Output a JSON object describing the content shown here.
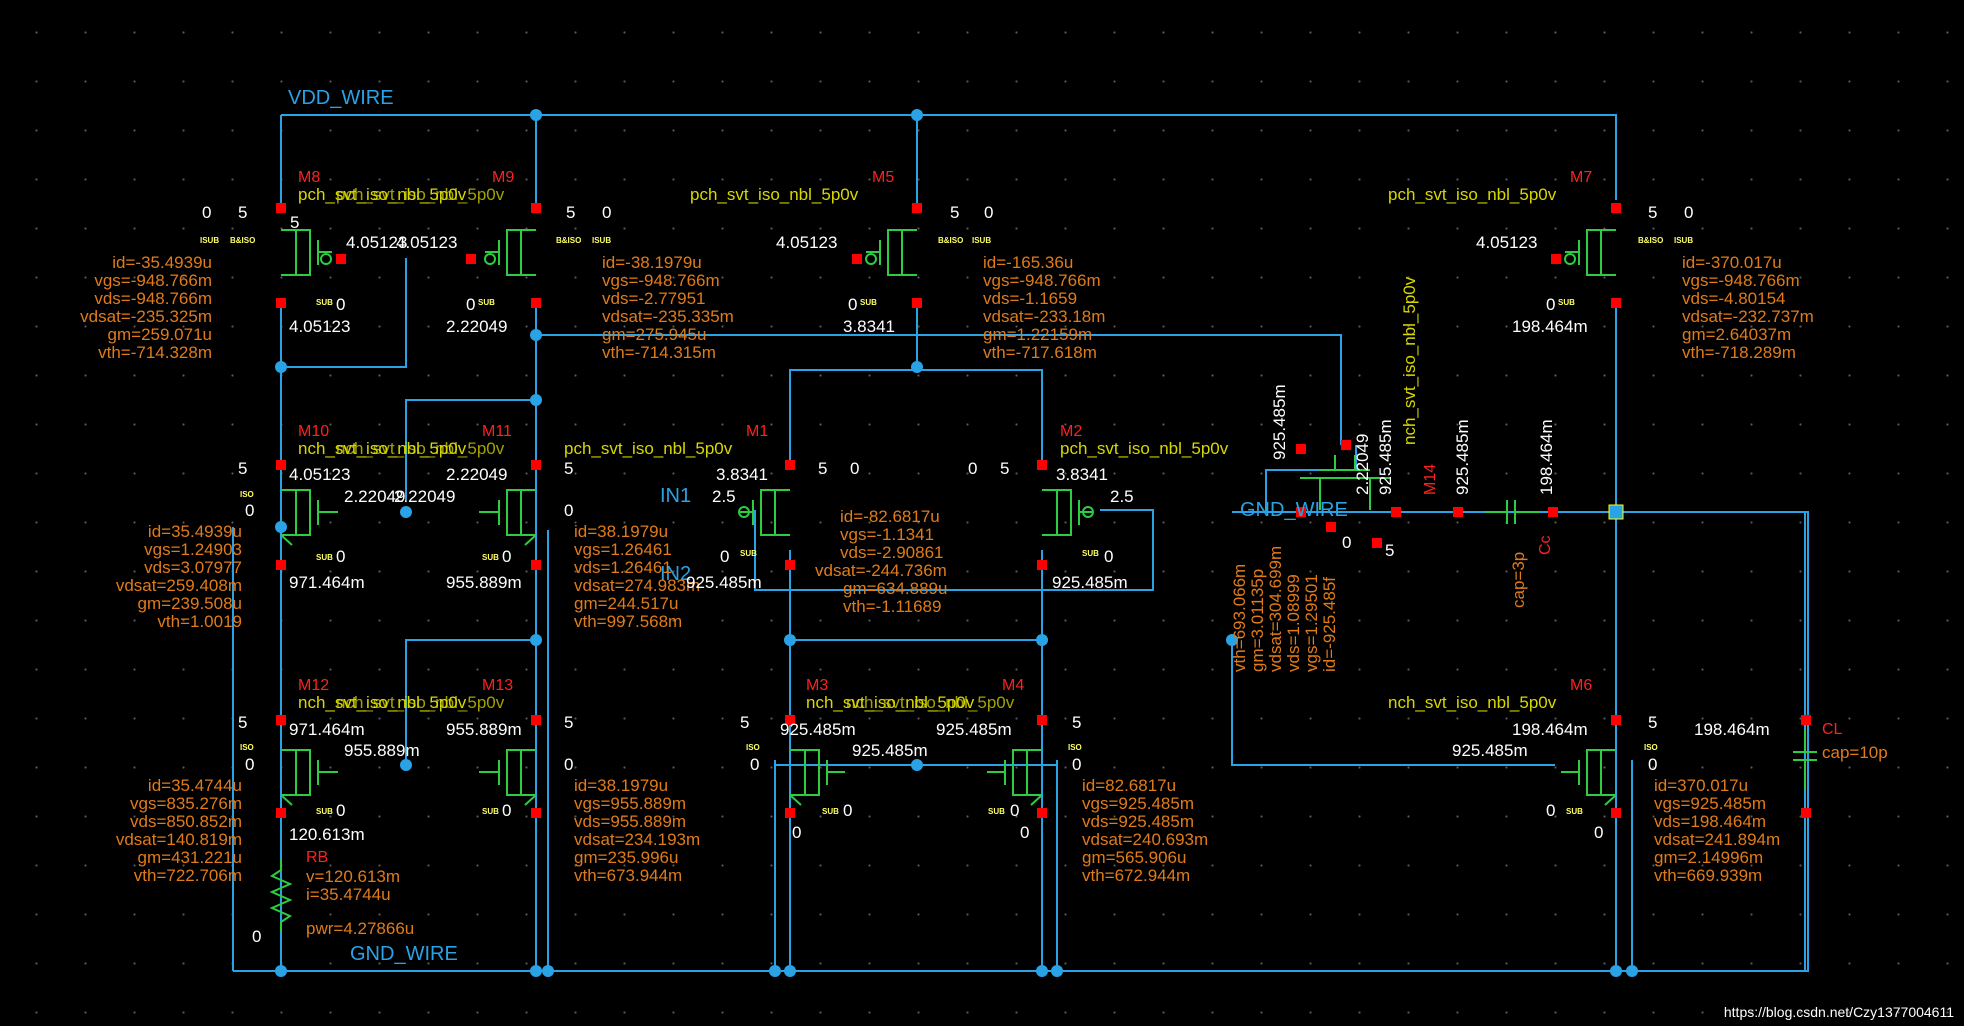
{
  "nets": {
    "vdd": "VDD_WIRE",
    "gnd": "GND_WIRE",
    "gnd2": "GND_WIRE",
    "in1": "IN1",
    "in2": "IN2"
  },
  "devices": {
    "M8": {
      "name": "M8",
      "model": "pch_svt_iso_nbl_5p0v",
      "ops": [
        "id=-35.4939u",
        "vgs=-948.766m",
        "vds=-948.766m",
        "vdsat=-235.325m",
        "gm=259.071u",
        "vth=-714.328m"
      ]
    },
    "M9": {
      "name": "M9",
      "model": "pch_svt_iso_nbl_5p0v",
      "ops": [
        "id=-38.1979u",
        "vgs=-948.766m",
        "vds=-2.77951",
        "vdsat=-235.335m",
        "gm=275.945u",
        "vth=-714.315m"
      ]
    },
    "M5": {
      "name": "M5",
      "model": "pch_svt_iso_nbl_5p0v",
      "ops": [
        "id=-165.36u",
        "vgs=-948.766m",
        "vds=-1.1659",
        "vdsat=-233.18m",
        "gm=1.22159m",
        "vth=-717.618m"
      ]
    },
    "M7": {
      "name": "M7",
      "model": "pch_svt_iso_nbl_5p0v",
      "ops": [
        "id=-370.017u",
        "vgs=-948.766m",
        "vds=-4.80154",
        "vdsat=-232.737m",
        "gm=2.64037m",
        "vth=-718.289m"
      ]
    },
    "M10": {
      "name": "M10",
      "model": "nch_svt_iso_nbl_5p0v",
      "ops": [
        "id=35.4939u",
        "vgs=1.24903",
        "vds=3.07977",
        "vdsat=259.408m",
        "gm=239.508u",
        "vth=1.0019"
      ]
    },
    "M11": {
      "name": "M11",
      "model": "nch_svt_iso_nbl_5p0v",
      "ops": [
        "id=38.1979u",
        "vgs=1.26461",
        "vds=1.26461",
        "vdsat=274.983m",
        "gm=244.517u",
        "vth=997.568m"
      ]
    },
    "M1": {
      "name": "M1",
      "model": "pch_svt_iso_nbl_5p0v"
    },
    "M2": {
      "name": "M2",
      "model": "pch_svt_iso_nbl_5p0v"
    },
    "M1M2ops": [
      "id=-82.6817u",
      "vgs=-1.1341",
      "vds=-2.90861",
      "vdsat=-244.736m",
      "gm=634.889u",
      "vth=-1.11689"
    ],
    "M12": {
      "name": "M12",
      "model": "nch_svt_iso_nbl_5p0v",
      "ops": [
        "id=35.4744u",
        "vgs=835.276m",
        "vds=850.852m",
        "vdsat=140.819m",
        "gm=431.221u",
        "vth=722.706m"
      ]
    },
    "M13": {
      "name": "M13",
      "model": "nch_svt_iso_nbl_5p0v",
      "ops": [
        "id=38.1979u",
        "vgs=955.889m",
        "vds=955.889m",
        "vdsat=234.193m",
        "gm=235.996u",
        "vth=673.944m"
      ]
    },
    "M3": {
      "name": "M3",
      "model": "nch_svt_iso_nbl_5p0v"
    },
    "M4": {
      "name": "M4",
      "model": "nch_svt_iso_nbl_5p0v",
      "ops": [
        "id=82.6817u",
        "vgs=925.485m",
        "vds=925.485m",
        "vdsat=240.693m",
        "gm=565.906u",
        "vth=672.944m"
      ]
    },
    "M6": {
      "name": "M6",
      "model": "nch_svt_iso_nbl_5p0v",
      "ops": [
        "id=370.017u",
        "vgs=925.485m",
        "vds=198.464m",
        "vdsat=241.894m",
        "gm=2.14996m",
        "vth=669.939m"
      ]
    },
    "M14": {
      "name": "M14",
      "model": "nch_svt_iso_nbl_5p0v",
      "ops": [
        "id=-925.485f",
        "vgs=1.29501",
        "vds=1.08999",
        "vdsat=304.699m",
        "gm=3.01135p",
        "vth=693.066m"
      ]
    },
    "RB": {
      "name": "RB",
      "ops": [
        "v=120.613m",
        "i=35.4744u",
        "pwr=4.27866u"
      ]
    },
    "Cc": {
      "name": "Cc",
      "ops": [
        "cap=3p"
      ]
    },
    "CL": {
      "name": "CL",
      "ops": [
        "cap=10p"
      ]
    }
  },
  "node_voltages": {
    "v405_a": "4.05123",
    "v405_b": "4.05123",
    "v405_c": "4.05123",
    "v405_d": "4.05123",
    "v405_e": "4.05123",
    "v222_a": "2.22049",
    "v222_b": "2.22049",
    "v222_c": "2.22049",
    "v222_d": "2.22049",
    "v383_a": "3.8341",
    "v383_b": "3.8341",
    "v383_c": "3.8341",
    "v198_a": "198.464m",
    "v198_b": "198.464m",
    "v198_c": "198.464m",
    "v198_d": "198.464m",
    "v971_a": "971.464m",
    "v971_b": "971.464m",
    "v955_a": "955.889m",
    "v955_b": "955.889m",
    "v955_c": "955.889m",
    "v925_a": "925.485m",
    "v925_b": "925.485m",
    "v925_c": "925.485m",
    "v925_d": "925.485m",
    "v925_e": "925.485m",
    "v925_f": "925.485m",
    "v925_g": "925.485m",
    "v925_h": "925.485m",
    "v925_i": "925.485m",
    "v120_a": "120.613m",
    "v25_a": "2.5",
    "v25_b": "2.5",
    "five": "5",
    "zero": "0"
  },
  "pin_tags": {
    "sub": "SUB",
    "iso": "ISO",
    "biso": "B&ISO",
    "isub": "ISUB"
  },
  "watermark": "https://blog.csdn.net/Czy1377004611",
  "colors": {
    "wire": "#29a3e6",
    "device": "#2ecc40",
    "pin": "#ff0000",
    "param": "#e07b1a",
    "model": "#d8d800",
    "inst": "#ff2020"
  }
}
